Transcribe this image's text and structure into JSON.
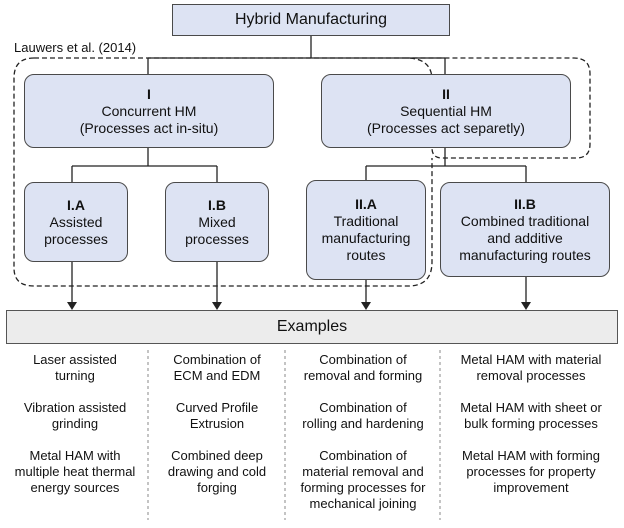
{
  "root": {
    "title": "Hybrid Manufacturing"
  },
  "citation": "Lauwers et al. (2014)",
  "concurrent": {
    "numeral": "I",
    "name": "Concurrent HM",
    "desc": "(Processes act in-situ)"
  },
  "sequential": {
    "numeral": "II",
    "name": "Sequential HM",
    "desc": "(Processes act separetly)"
  },
  "assisted": {
    "code": "I.A",
    "line1": "Assisted",
    "line2": "processes"
  },
  "mixed": {
    "code": "I.B",
    "line1": "Mixed",
    "line2": "processes"
  },
  "traditional": {
    "code": "II.A",
    "line1": "Traditional",
    "line2": "manufacturing",
    "line3": "routes"
  },
  "combined": {
    "code": "II.B",
    "line1": "Combined traditional",
    "line2": "and additive",
    "line3": "manufacturing routes"
  },
  "examples": {
    "title": "Examples",
    "columns": [
      {
        "items": [
          [
            "Laser assisted",
            "turning"
          ],
          [
            "Vibration assisted",
            "grinding"
          ],
          [
            "Metal HAM with",
            "multiple heat thermal",
            "energy sources"
          ]
        ]
      },
      {
        "items": [
          [
            "Combination of",
            "ECM and EDM"
          ],
          [
            "Curved Profile",
            "Extrusion"
          ],
          [
            "Combined deep",
            "drawing and cold",
            "forging"
          ]
        ]
      },
      {
        "items": [
          [
            "Combination of",
            "removal and forming"
          ],
          [
            "Combination of",
            "rolling and hardening"
          ],
          [
            "Combination of",
            "material removal and",
            "forming processes for",
            "mechanical joining"
          ]
        ]
      },
      {
        "items": [
          [
            "Metal HAM with material",
            "removal processes"
          ],
          [
            "Metal HAM with sheet or",
            "bulk forming processes"
          ],
          [
            "Metal HAM with forming",
            "processes for property",
            "improvement"
          ]
        ]
      }
    ]
  }
}
